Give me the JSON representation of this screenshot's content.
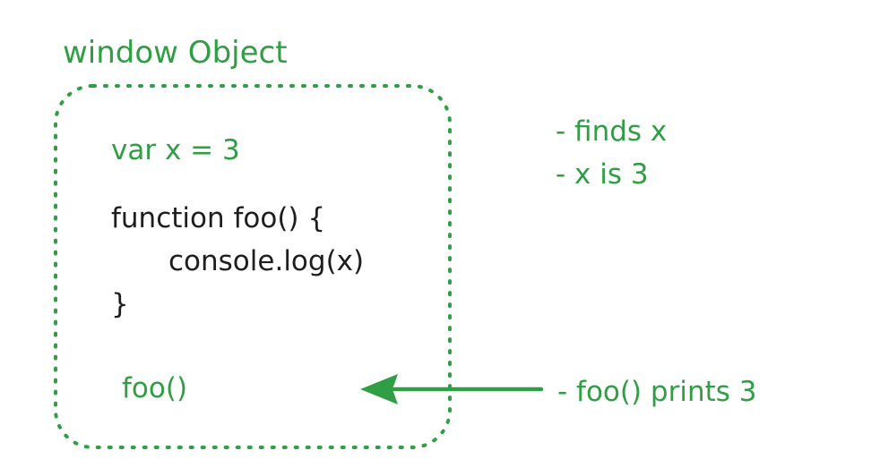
{
  "diagram": {
    "title": "window Object",
    "code": {
      "var_decl": "var x = 3",
      "function_header": "function foo() {",
      "function_body": "console.log(x)",
      "function_close": "}",
      "call": "foo()"
    },
    "notes": {
      "line1": "- finds x",
      "line2": "- x is 3",
      "arrow_note": "- foo() prints 3"
    },
    "colors": {
      "accent": "#2f9e44",
      "code": "#1e1e1e",
      "background": "#ffffff"
    }
  }
}
